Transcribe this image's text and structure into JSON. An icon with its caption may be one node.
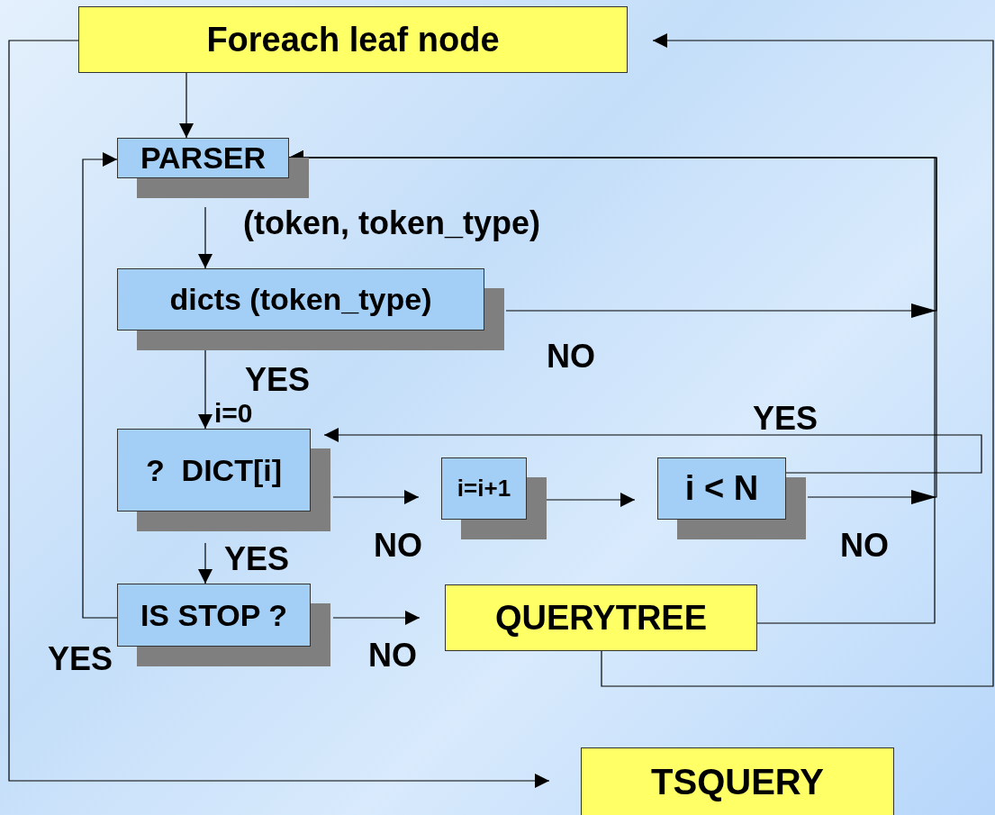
{
  "diagram": {
    "nodes": [
      {
        "text": [
          "Foreach leaf node"
        ]
      },
      {
        "text": [
          "PARSER"
        ]
      },
      {
        "text": [
          "dicts (token_type)"
        ]
      },
      {
        "text": [
          "?  DICT[i]"
        ]
      },
      {
        "text": [
          "i=i+1"
        ]
      },
      {
        "text": [
          "i < N"
        ]
      },
      {
        "text": [
          "IS STOP ?"
        ]
      },
      {
        "text": [
          "QUERYTREE"
        ]
      },
      {
        "text": [
          "TSQUERY"
        ]
      }
    ],
    "edges": [
      {
        "from": 0,
        "to": 1,
        "arrow": "to"
      },
      {
        "from": 1,
        "to": 2,
        "arrow": "to",
        "label": "(token, token_type)"
      },
      {
        "from": 2,
        "to": 1,
        "arrow": "to",
        "label": "NO"
      },
      {
        "from": 2,
        "to": 3,
        "arrow": "to",
        "label": "YES"
      },
      {
        "from": 3,
        "to": 4,
        "arrow": "to",
        "label": "NO"
      },
      {
        "from": 4,
        "to": 5,
        "arrow": "to"
      },
      {
        "from": 5,
        "to": 3,
        "arrow": "to",
        "label": "YES"
      },
      {
        "from": 5,
        "to": 1,
        "arrow": "to",
        "label": "NO"
      },
      {
        "from": 3,
        "to": 6,
        "arrow": "to",
        "label": "YES"
      },
      {
        "from": 6,
        "to": 7,
        "arrow": "to",
        "label": "NO"
      },
      {
        "from": 6,
        "to": 1,
        "arrow": "to",
        "label": "YES"
      },
      {
        "from": 7,
        "to": 1,
        "arrow": "to"
      },
      {
        "from": 7,
        "to": 0,
        "arrow": "to"
      },
      {
        "from": 0,
        "to": 8,
        "arrow": "to"
      }
    ],
    "labels": [
      "i=0"
    ]
  }
}
